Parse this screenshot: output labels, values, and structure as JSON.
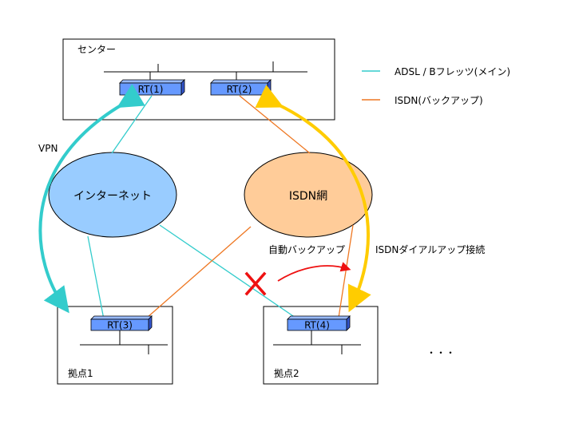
{
  "sites": {
    "center": "センター",
    "site1": "拠点1",
    "site2": "拠点2",
    "more": "・・・"
  },
  "routers": {
    "rt1": "RT(1)",
    "rt2": "RT(2)",
    "rt3": "RT(3)",
    "rt4": "RT(4)"
  },
  "clouds": {
    "internet": "インターネット",
    "isdn": "ISDN網"
  },
  "labels": {
    "vpn": "VPN",
    "auto_backup": "自動バックアップ",
    "isdn_dialup": "ISDNダイアルアップ接続"
  },
  "legend": {
    "adsl": "ADSL / Bフレッツ(メイン)",
    "isdn": "ISDN(バックアップ)"
  },
  "colors": {
    "main_line": "#33cccc",
    "backup_line": "#ee7722",
    "vpn_arrow": "#33cccc",
    "dialup_arrow": "#ffcc00",
    "auto_arrow": "#ee1111",
    "failure_mark": "#ee1111",
    "router_fill": "#6699ff",
    "internet_fill": "#99ccff",
    "isdn_fill": "#ffcc99"
  }
}
